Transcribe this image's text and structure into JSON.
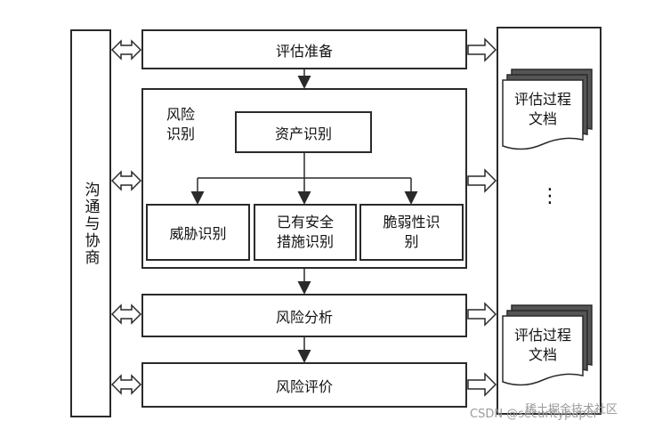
{
  "left_panel": {
    "label": "沟通与协商"
  },
  "steps": {
    "prep": "评估准备",
    "analysis": "风险分析",
    "evaluation": "风险评价"
  },
  "risk_identification": {
    "label_line1": "风险",
    "label_line2": "识别",
    "asset": "资产识别",
    "threat": "威胁识别",
    "existing_measures_line1": "已有安全",
    "existing_measures_line2": "措施识别",
    "vulnerability_line1": "脆弱性识",
    "vulnerability_line2": "别"
  },
  "documents": {
    "doc1_line1": "评估过程",
    "doc1_line2": "文档",
    "ellipsis": "⋮",
    "doc2_line1": "评估过程",
    "doc2_line2": "文档"
  },
  "watermark": "CSDN @securitypaper",
  "watermark2": "稀土掘金技术社区",
  "colors": {
    "stroke": "#2a2a2a",
    "background": "#ffffff"
  }
}
